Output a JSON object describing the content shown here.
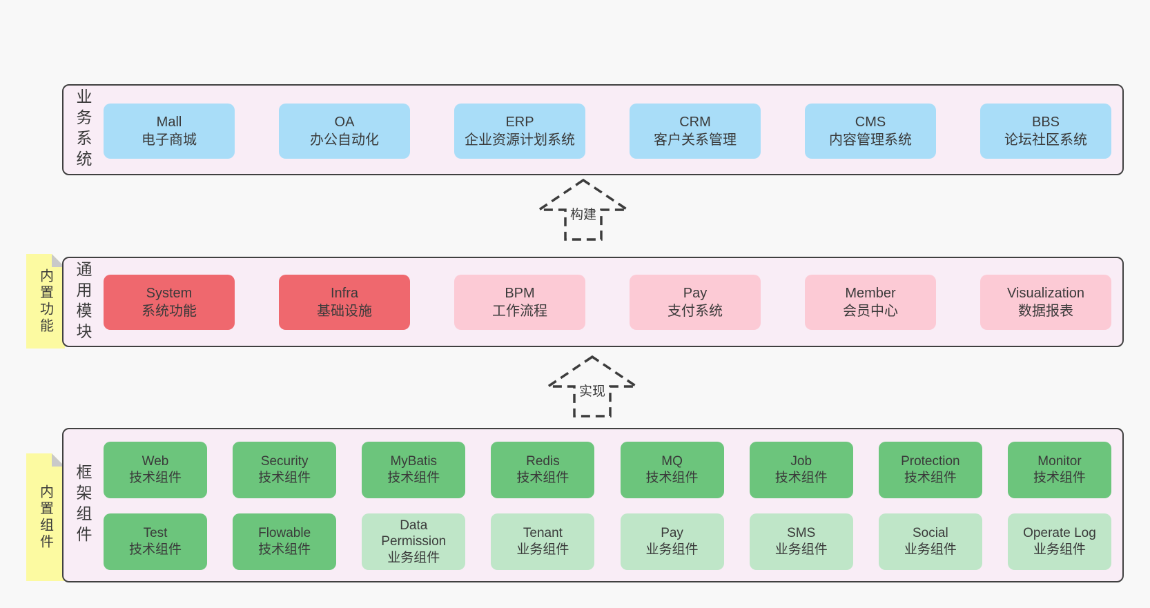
{
  "colors": {
    "page_bg": "#f8f8f8",
    "panel_bg": "#f9edf6",
    "panel_border": "#404040",
    "blue": "#a9ddf8",
    "red": "#ef686e",
    "pink": "#fccad5",
    "green": "#6cc57c",
    "light_green": "#bfe6c8",
    "yellow": "#fcfaa1",
    "fold": "#c9c9c9",
    "text": "#3a3a3a",
    "arrow": "#3c3c3c"
  },
  "sections": {
    "business": {
      "label": "业务系统",
      "boxes": [
        {
          "title": "Mall",
          "subtitle": "电子商城",
          "variant": "blue"
        },
        {
          "title": "OA",
          "subtitle": "办公自动化",
          "variant": "blue"
        },
        {
          "title": "ERP",
          "subtitle": "企业资源计划系统",
          "variant": "blue"
        },
        {
          "title": "CRM",
          "subtitle": "客户关系管理",
          "variant": "blue"
        },
        {
          "title": "CMS",
          "subtitle": "内容管理系统",
          "variant": "blue"
        },
        {
          "title": "BBS",
          "subtitle": "论坛社区系统",
          "variant": "blue"
        }
      ]
    },
    "common": {
      "label": "通用模块",
      "note": "内置功能",
      "boxes": [
        {
          "title": "System",
          "subtitle": "系统功能",
          "variant": "red"
        },
        {
          "title": "Infra",
          "subtitle": "基础设施",
          "variant": "red"
        },
        {
          "title": "BPM",
          "subtitle": "工作流程",
          "variant": "pink"
        },
        {
          "title": "Pay",
          "subtitle": "支付系统",
          "variant": "pink"
        },
        {
          "title": "Member",
          "subtitle": "会员中心",
          "variant": "pink"
        },
        {
          "title": "Visualization",
          "subtitle": "数据报表",
          "variant": "pink"
        }
      ]
    },
    "framework": {
      "label": "框架组件",
      "note": "内置组件",
      "row1": [
        {
          "title": "Web",
          "subtitle": "技术组件",
          "variant": "green"
        },
        {
          "title": "Security",
          "subtitle": "技术组件",
          "variant": "green"
        },
        {
          "title": "MyBatis",
          "subtitle": "技术组件",
          "variant": "green"
        },
        {
          "title": "Redis",
          "subtitle": "技术组件",
          "variant": "green"
        },
        {
          "title": "MQ",
          "subtitle": "技术组件",
          "variant": "green"
        },
        {
          "title": "Job",
          "subtitle": "技术组件",
          "variant": "green"
        },
        {
          "title": "Protection",
          "subtitle": "技术组件",
          "variant": "green"
        },
        {
          "title": "Monitor",
          "subtitle": "技术组件",
          "variant": "green"
        }
      ],
      "row2": [
        {
          "title": "Test",
          "subtitle": "技术组件",
          "variant": "green"
        },
        {
          "title": "Flowable",
          "subtitle": "技术组件",
          "variant": "green"
        },
        {
          "title": "Data Permission",
          "subtitle": "业务组件",
          "variant": "light-green"
        },
        {
          "title": "Tenant",
          "subtitle": "业务组件",
          "variant": "light-green"
        },
        {
          "title": "Pay",
          "subtitle": "业务组件",
          "variant": "light-green"
        },
        {
          "title": "SMS",
          "subtitle": "业务组件",
          "variant": "light-green"
        },
        {
          "title": "Social",
          "subtitle": "业务组件",
          "variant": "light-green"
        },
        {
          "title": "Operate Log",
          "subtitle": "业务组件",
          "variant": "light-green"
        }
      ]
    }
  },
  "arrows": {
    "build": {
      "label": "构建"
    },
    "implement": {
      "label": "实现"
    }
  }
}
